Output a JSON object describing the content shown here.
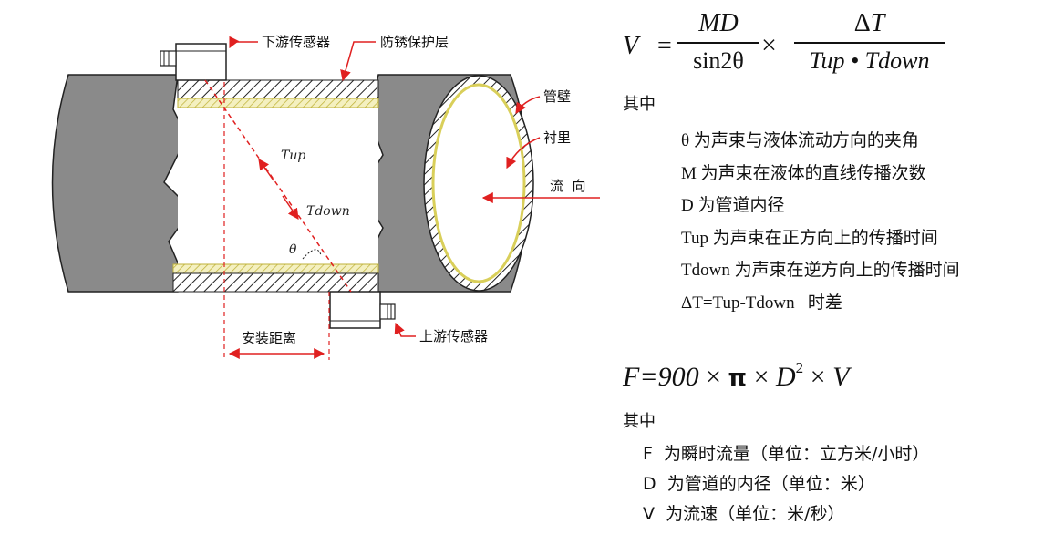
{
  "diagram": {
    "labels": {
      "downstream_sensor": "下游传感器",
      "anti_rust_layer": "防锈保护层",
      "pipe_wall": "管壁",
      "lining": "衬里",
      "flow_direction": "流  向",
      "install_distance": "安装距离",
      "upstream_sensor": "上游传感器",
      "tup": "Tup",
      "tdown": "Tdown",
      "theta": "θ"
    },
    "colors": {
      "pipe_fill": "#8a8a8a",
      "pipe_interior": "#ffffff",
      "lining_yellow": "#d9cf5a",
      "arrow_red": "#e02020",
      "outline": "#222222"
    }
  },
  "formula1": {
    "lhs": "V",
    "equals": "=",
    "frac1_num": "MD",
    "frac1_den": "sin2θ",
    "times": "×",
    "frac2_num_delta": "Δ",
    "frac2_num_t": "T",
    "frac2_den": "Tup • Tdown"
  },
  "where1": "其中",
  "definitions1": [
    "θ 为声束与液体流动方向的夹角",
    "M 为声束在液体的直线传播次数",
    "D 为管道内径",
    "Tup 为声束在正方向上的传播时间",
    "Tdown 为声束在逆方向上的传播时间",
    "ΔT=Tup-Tdown   时差"
  ],
  "formula2": {
    "f": "F",
    "eq_900": "=900",
    "times1": " × ",
    "pi": "π",
    "times2": " × ",
    "d": "D",
    "exp": "2",
    "times3": " × ",
    "v": "V"
  },
  "where2": "其中",
  "definitions2": [
    "F  为瞬时流量（单位：立方米/小时）",
    "D  为管道的内径（单位：米）",
    "V  为流速（单位：米/秒）"
  ]
}
